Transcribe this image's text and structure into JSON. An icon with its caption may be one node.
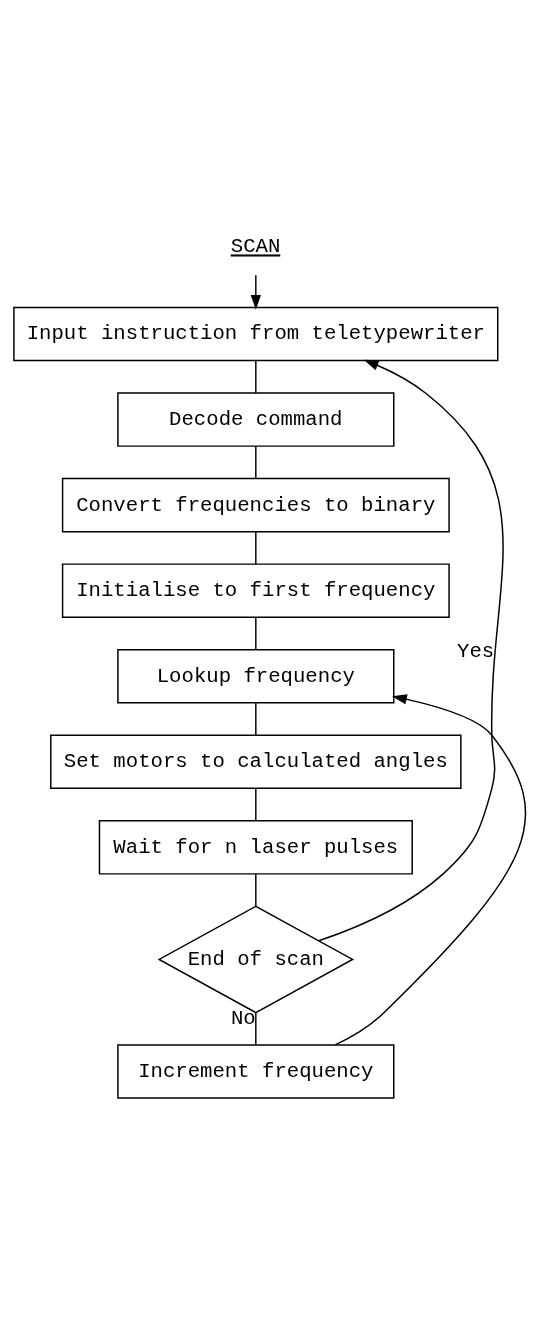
{
  "diagram": {
    "nodes": [
      {
        "text": [
          "SCAN"
        ]
      },
      {
        "text": [
          "Input instruction from teletypewriter"
        ]
      },
      {
        "text": [
          "Decode command"
        ]
      },
      {
        "text": [
          "Convert frequencies to binary"
        ]
      },
      {
        "text": [
          "Initialise to first frequency"
        ]
      },
      {
        "text": [
          "Lookup frequency"
        ]
      },
      {
        "text": [
          "Set motors to calculated angles"
        ]
      },
      {
        "text": [
          "Wait for n laser pulses"
        ]
      },
      {
        "text": [
          "End of scan"
        ]
      },
      {
        "text": [
          "Increment frequency"
        ]
      }
    ],
    "edges": [
      {
        "from": 0,
        "to": 1,
        "arrow": "to"
      },
      {
        "from": 1,
        "to": 2,
        "arrow": "none"
      },
      {
        "from": 2,
        "to": 3,
        "arrow": "none"
      },
      {
        "from": 3,
        "to": 4,
        "arrow": "none"
      },
      {
        "from": 4,
        "to": 5,
        "arrow": "none"
      },
      {
        "from": 5,
        "to": 6,
        "arrow": "none"
      },
      {
        "from": 6,
        "to": 7,
        "arrow": "none"
      },
      {
        "from": 7,
        "to": 8,
        "arrow": "none"
      },
      {
        "from": 8,
        "to": 1,
        "label": "Yes",
        "arrow": "to"
      },
      {
        "from": 8,
        "to": 9,
        "label": "No",
        "arrow": "none"
      },
      {
        "from": 9,
        "to": 5,
        "arrow": "to"
      }
    ]
  }
}
